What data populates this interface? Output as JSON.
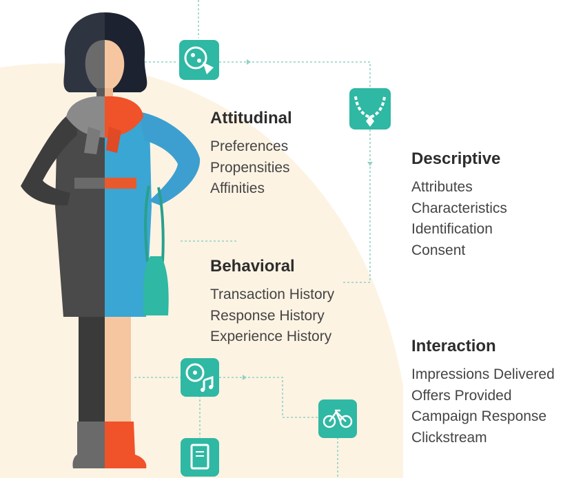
{
  "colors": {
    "teal": "#2fb8a3",
    "backdrop": "#fdf3e3",
    "dark_gray": "#4a4a4a",
    "coat_blue": "#3aa6d4",
    "scarf_orange": "#f0522a",
    "hair_black": "#1c2230",
    "skin": "#f5c6a0"
  },
  "icons": [
    "pizza-icon",
    "necklace-icon",
    "music-disc-icon",
    "bicycle-icon",
    "book-icon"
  ],
  "categories": [
    {
      "key": "attitudinal",
      "title": "Attitudinal",
      "items": [
        "Preferences",
        "Propensities",
        "Affinities"
      ]
    },
    {
      "key": "behavioral",
      "title": "Behavioral",
      "items": [
        "Transaction History",
        "Response History",
        "Experience History"
      ]
    },
    {
      "key": "descriptive",
      "title": "Descriptive",
      "items": [
        "Attributes",
        "Characteristics",
        "Identification",
        "Consent"
      ]
    },
    {
      "key": "interaction",
      "title": "Interaction",
      "items": [
        "Impressions Delivered",
        "Offers Provided",
        "Campaign Response",
        "Clickstream"
      ]
    }
  ]
}
